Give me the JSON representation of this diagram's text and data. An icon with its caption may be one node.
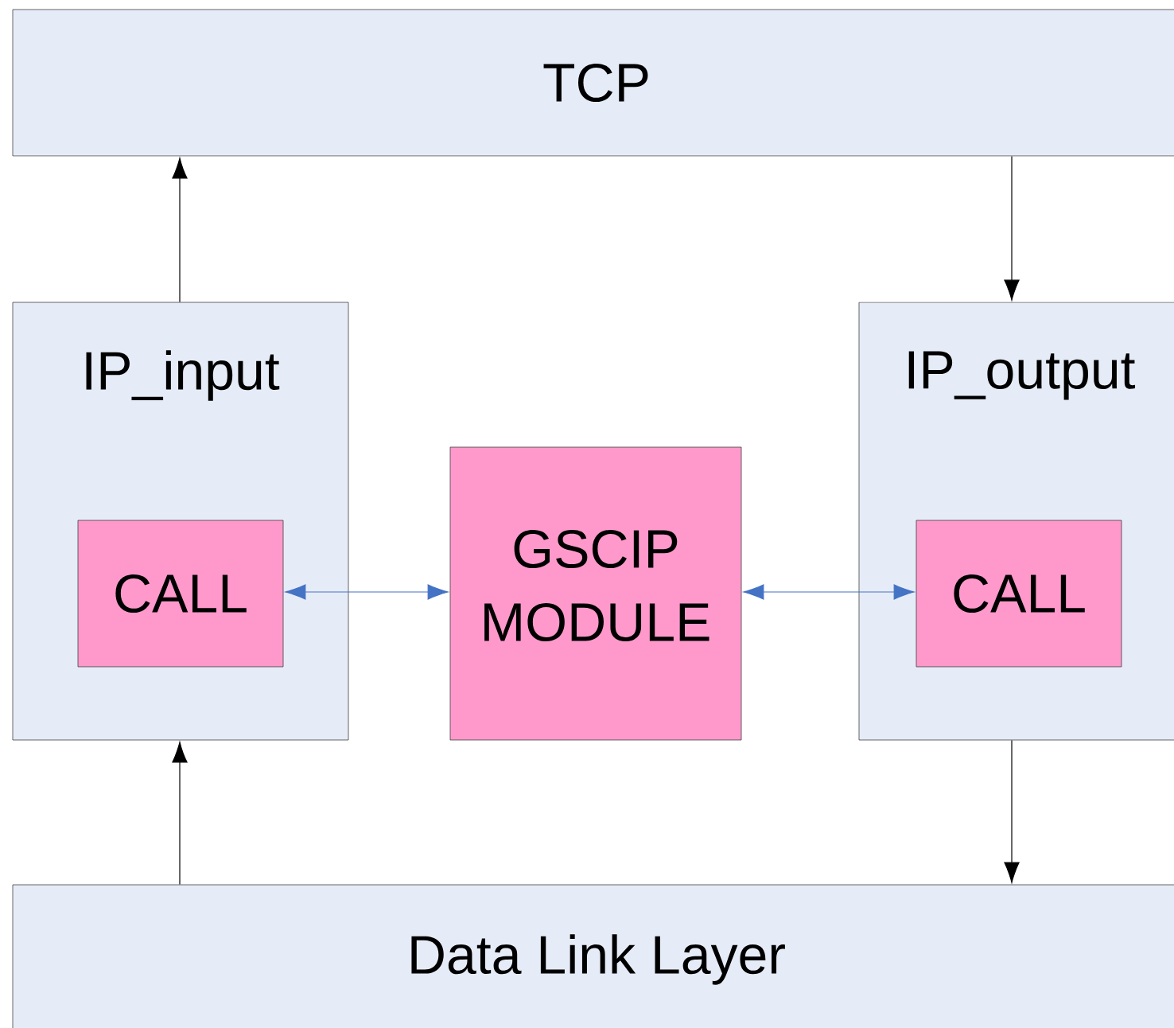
{
  "diagram": {
    "nodes": [
      {
        "text": [
          "TCP"
        ]
      },
      {
        "text": [
          "IP_input"
        ]
      },
      {
        "text": [
          "CALL"
        ],
        "in": 1
      },
      {
        "text": [
          "GSCIP MODULE"
        ]
      },
      {
        "text": [
          "IP_output"
        ]
      },
      {
        "text": [
          "CALL"
        ],
        "in": 4
      },
      {
        "text": [
          "Data Link Layer"
        ]
      }
    ],
    "edges": [
      {
        "from": 1,
        "to": 0,
        "arrow": "to"
      },
      {
        "from": 0,
        "to": 4,
        "arrow": "to"
      },
      {
        "from": 2,
        "to": 3,
        "arrow": "both",
        "color": "#4472c4"
      },
      {
        "from": 3,
        "to": 5,
        "arrow": "both",
        "color": "#4472c4"
      },
      {
        "from": 4,
        "to": 6,
        "arrow": "to"
      },
      {
        "from": 6,
        "to": 1,
        "arrow": "to"
      }
    ]
  }
}
